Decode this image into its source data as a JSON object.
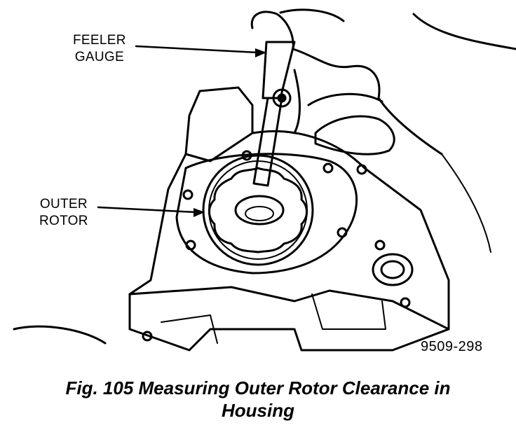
{
  "labels": {
    "feeler_gauge": [
      "FEELER",
      "GAUGE"
    ],
    "outer_rotor": [
      "OUTER",
      "ROTOR"
    ]
  },
  "figure_number": "9509-298",
  "caption": {
    "line1": "Fig. 105 Measuring Outer Rotor Clearance in",
    "line2": "Housing"
  },
  "colors": {
    "ink": "#000000",
    "paper": "#ffffff"
  }
}
